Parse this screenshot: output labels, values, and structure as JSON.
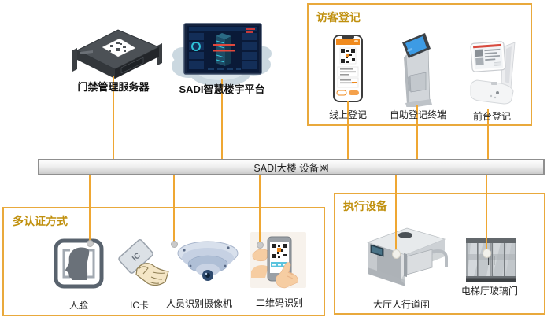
{
  "diagram": {
    "top_devices": [
      {
        "id": "access-server",
        "label": "门禁管理服务器"
      },
      {
        "id": "sadi-platform",
        "label": "SADI智慧楼宇平台"
      }
    ],
    "visitor_box": {
      "title": "访客登记",
      "items": [
        {
          "id": "online-registration",
          "label": "线上登记"
        },
        {
          "id": "self-service-kiosk",
          "label": "自助登记终端"
        },
        {
          "id": "front-desk",
          "label": "前台登记"
        }
      ]
    },
    "bus": {
      "label": "SADI大楼 设备网"
    },
    "auth_box": {
      "title": "多认证方式",
      "items": [
        {
          "id": "face",
          "label": "人脸"
        },
        {
          "id": "ic-card",
          "label": "IC卡",
          "card_text": "IC"
        },
        {
          "id": "camera",
          "label": "人员识别摄像机"
        },
        {
          "id": "qr-code",
          "label": "二维码识别"
        }
      ]
    },
    "exec_box": {
      "title": "执行设备",
      "items": [
        {
          "id": "turnstile",
          "label": "大厅人行道闸"
        },
        {
          "id": "glass-door",
          "label": "电梯厅玻璃门"
        }
      ]
    },
    "colors": {
      "connector_line": "#EFA733",
      "box_border": "#E9A93C",
      "box_title": "#C0900E",
      "bus_border": "#8F8F8F"
    }
  }
}
